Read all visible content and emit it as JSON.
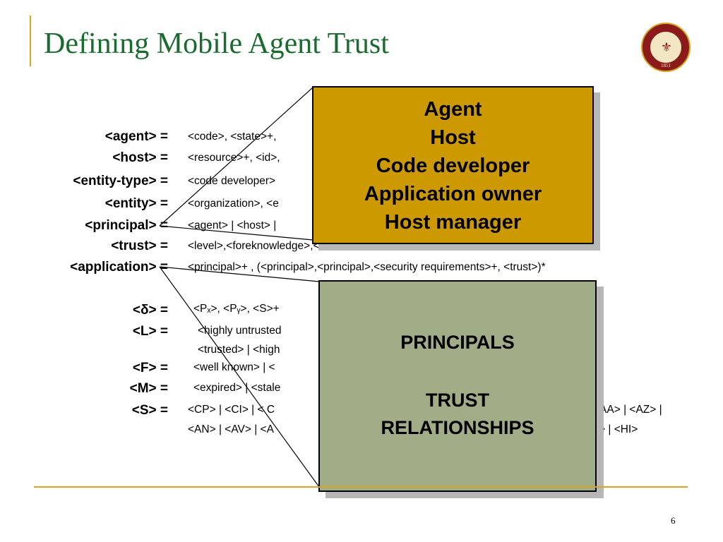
{
  "title": "Defining Mobile Agent Trust",
  "logo": {
    "name": "FLORIDA STATE UNIVERSITY",
    "year": "1851"
  },
  "definitions": [
    {
      "label": "<agent> =",
      "value": "<code>, <state>+,"
    },
    {
      "label": "<host> =",
      "value": "<resource>+, <id>,"
    },
    {
      "label": "<entity-type> =",
      "value": "<code developer>"
    },
    {
      "label": "<entity> =",
      "value": "<organization>, <e"
    },
    {
      "label": "<principal> =",
      "value": "<agent> |  <host> |"
    },
    {
      "label": "<trust> =",
      "value": "<level>,<foreknowledge>,<timeliness>"
    },
    {
      "label": "<application> =",
      "value": "<principal>+ , (<principal>,<principal>,<security requirements>+, <trust>)*"
    },
    {
      "label": "<δ> =",
      "value": "<Pₓ>, <Pᵧ>, <S>+"
    },
    {
      "label": "<L> =",
      "value": "<highly untrusted"
    },
    {
      "label": "",
      "value": "<trusted> | <high"
    },
    {
      "label": "<F> =",
      "value": "<well known>  | <"
    },
    {
      "label": "<M> =",
      "value": "<expired> | <stale"
    },
    {
      "label": "<S> =",
      "value": "<CP> | <CI> | < C"
    },
    {
      "label": "",
      "value": "<AN> | <AV> | <A"
    }
  ],
  "s_tail": {
    "line1": "<AA> | <AZ> |",
    "line2": "> | <HI>"
  },
  "callout_entities": {
    "items": [
      "Agent",
      "Host",
      "Code developer",
      "Application owner",
      "Host manager"
    ]
  },
  "callout_principals": {
    "line1": "PRINCIPALS",
    "line2": "TRUST",
    "line3": "RELATIONSHIPS"
  },
  "page_number": "6",
  "colors": {
    "title": "#1a6b2f",
    "accent_rule": "#d9a520",
    "entities_box": "#cc9900",
    "principals_box": "#a0ad87"
  }
}
